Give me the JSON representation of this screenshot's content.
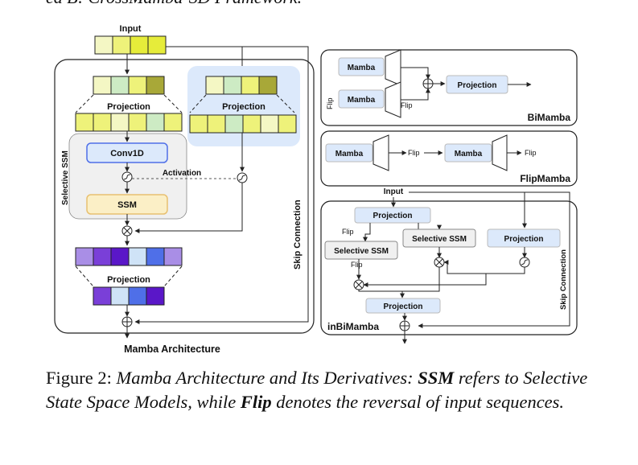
{
  "top_caption_fragment": "ed B: CrossMamba-SD Framework.",
  "colors": {
    "yellow_light": "#f4f7c4",
    "yellow_mid": "#eef27a",
    "yellow_bright": "#e6ec3a",
    "olive": "#a8a838",
    "green_light": "#cdebc4",
    "purple": "#7a3fd8",
    "violet": "#a98ee6",
    "indigo": "#5a37d0",
    "lightblue": "#cfe3f7",
    "blue": "#4f6fe8",
    "box_blue": "#dce9fb",
    "box_yellow": "#fbefc6",
    "grey_panel": "#f0f0f0"
  },
  "mamba": {
    "input_label": "Input",
    "projection": "Projection",
    "projection_right": "Projection",
    "selective_ssm": "Selective SSM",
    "conv1d": "Conv1D",
    "activation": "Activation",
    "ssm": "SSM",
    "projection_out": "Projection",
    "skip_connection": "Skip Connection",
    "title": "Mamba Architecture"
  },
  "bimamba": {
    "mamba_top": "Mamba",
    "mamba_bottom": "Mamba",
    "projection": "Projection",
    "flip_side": "Flip",
    "flip_inner": "Flip",
    "title": "BiMamba"
  },
  "flipmamba": {
    "mamba_1": "Mamba",
    "flip_1": "Flip",
    "mamba_2": "Mamba",
    "flip_2": "Flip",
    "title": "FlipMamba"
  },
  "inbimamba": {
    "input_label": "Input",
    "projection_top": "Projection",
    "flip_top": "Flip",
    "selective_ssm_left": "Selective SSM",
    "selective_ssm_mid": "Selective SSM",
    "projection_right": "Projection",
    "flip_bottom": "Flip",
    "projection_bottom": "Projection",
    "title": "inBiMamba",
    "skip_connection": "Skip Connection"
  },
  "caption": {
    "prefix": "Figure 2: ",
    "part1": "Mamba Architecture and Its Derivatives: ",
    "ssm": "SSM",
    "part2": " refers to Selective State Space Models, while ",
    "flip": "Flip",
    "part3": " denotes the reversal of input sequences."
  }
}
